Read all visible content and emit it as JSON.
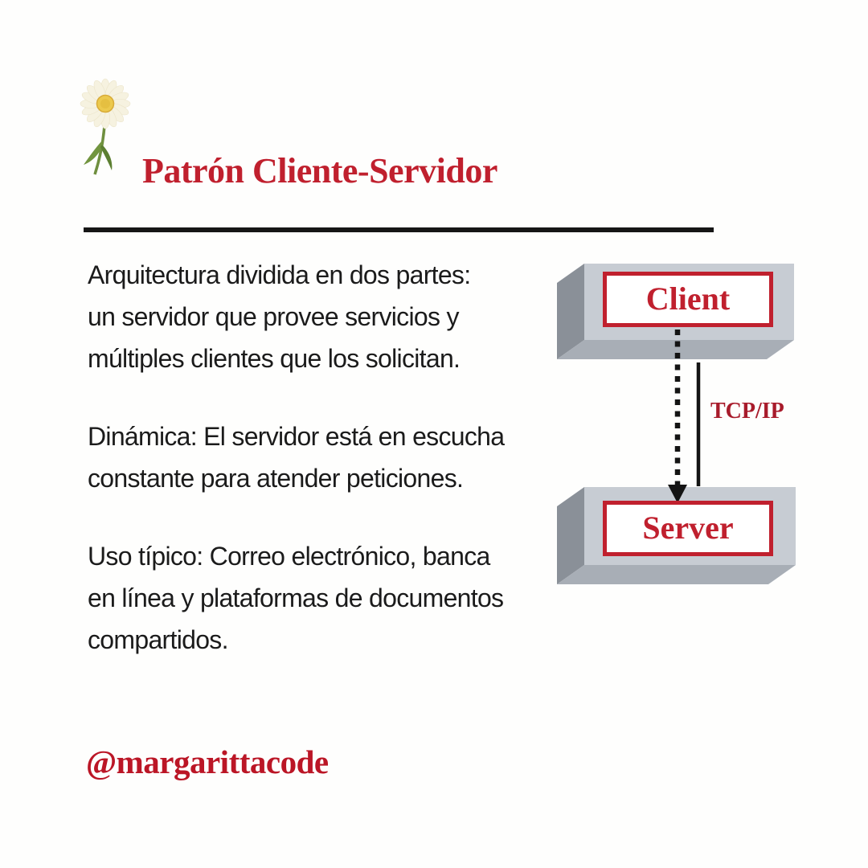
{
  "page": {
    "background_color": "#fefefd"
  },
  "header": {
    "title": "Patrón Cliente-Servidor",
    "title_color": "#c0202e",
    "decoration": "daisy-flower"
  },
  "content": {
    "paragraphs": [
      "Arquitectura dividida en dos partes:\nun servidor que provee servicios y\nmúltiples clientes que los solicitan.",
      "Dinámica: El servidor está en escucha\nconstante para atender peticiones.",
      "Uso típico: Correo electrónico, banca\nen línea y plataformas de documentos\ncompartidos."
    ],
    "text_color": "#1b1b1b"
  },
  "diagram": {
    "client_label": "Client",
    "server_label": "Server",
    "connection_label": "TCP/IP",
    "colors": {
      "box_front": "#c7ccd3",
      "box_side": "#8a9098",
      "box_bottom": "#a8aeb6",
      "node_label_red": "#c0202e",
      "connection_label_red": "#a81b2b",
      "line_black": "#141414"
    }
  },
  "footer": {
    "handle": "@margarittacode",
    "handle_color": "#bb1626"
  }
}
